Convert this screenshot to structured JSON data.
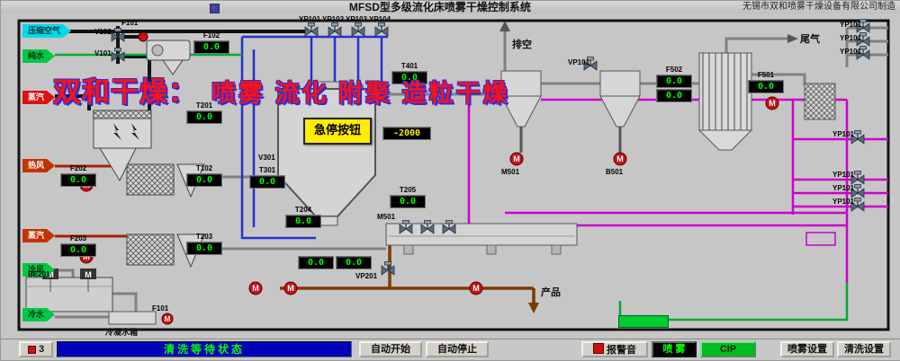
{
  "titlebar": {
    "title": "MFSD型多级流化床喷雾干燥控制系统",
    "company": "无锡市双和喷雾干燥设备有限公司制造"
  },
  "watermark": {
    "brand": "双和干燥：",
    "slogan": "喷雾 流化 附聚 造粒干燥"
  },
  "glyphs": {
    "pump": "M"
  },
  "colors": {
    "pipe_blue": "#2233cc",
    "pipe_magenta": "#cc00cc",
    "pipe_green": "#00aa33",
    "pipe_steam": "#aa2200",
    "display_value_green": "#00ff00",
    "display_value_yellow": "#ffee00",
    "estop_yellow": "#ffee00",
    "status_bg_blue": "#0000bb",
    "cip_green": "#00bb22",
    "watermark_red": "#ff1212"
  },
  "inlets": [
    {
      "label": "压缩空气",
      "color": "#00d9e8"
    },
    {
      "label": "纯水",
      "color": "#00c846"
    },
    {
      "label": "蒸汽",
      "color": "#e01010"
    },
    {
      "label": "热风",
      "color": "#c23300"
    },
    {
      "label": "蒸汽",
      "color": "#c23300"
    },
    {
      "label": "冷风",
      "color": "#00c846"
    },
    {
      "label": "冷水",
      "color": "#00c846"
    }
  ],
  "annotations": {
    "vent": "排空",
    "tail_gas": "尾气",
    "product": "产品",
    "condensate_tank": "冷凝水箱",
    "estop": "急停按钮"
  },
  "displays": [
    {
      "tag": "F102",
      "value": "0.0"
    },
    {
      "tag": "T201",
      "value": "0.0"
    },
    {
      "tag": "F202",
      "value": "0.0"
    },
    {
      "tag": "T102",
      "value": "0.0"
    },
    {
      "tag": "F203",
      "value": "0.0"
    },
    {
      "tag": "T203",
      "value": "0.0"
    },
    {
      "tag": "T301",
      "value": "0.0"
    },
    {
      "tag": "T204",
      "value": "0.0"
    },
    {
      "tag": "T205",
      "value": "0.0"
    },
    {
      "tag": "T401",
      "value": "0.0"
    },
    {
      "tag": "",
      "value": "-2000"
    },
    {
      "tag": "F502",
      "value": "0.0"
    },
    {
      "tag": "",
      "value": "0.0"
    },
    {
      "tag": "F501",
      "value": "0.0"
    },
    {
      "tag": "",
      "value": "0.0"
    },
    {
      "tag": "",
      "value": "0.0"
    }
  ],
  "tags": [
    "V102",
    "V101",
    "F101",
    "YP101",
    "YP102",
    "YP103",
    "YP104",
    "VP101",
    "YP101",
    "YP101",
    "YP101",
    "YP101",
    "YP101",
    "YP101",
    "YP101",
    "V301",
    "M501",
    "B501",
    "M501",
    "VP201",
    "BE201",
    "F101"
  ],
  "statusbar": {
    "text": "清洗等待状态",
    "page_btn": "3"
  },
  "buttons": {
    "auto_start": "自动开始",
    "auto_stop": "自动停止",
    "mute": "报警音",
    "spray": "喷 雾",
    "cip": "CIP",
    "spray_settings": "喷雾设置",
    "clean_settings": "清洗设置"
  }
}
